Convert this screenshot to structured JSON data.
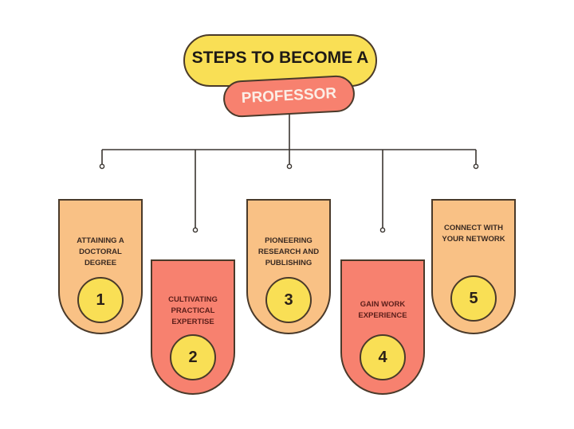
{
  "title": {
    "line1": "STEPS TO BECOME A",
    "line2": "PROFESSOR"
  },
  "colors": {
    "yellow": "#F9DF55",
    "orange": "#F9C185",
    "red": "#F7816F",
    "outline": "#4a3a2a"
  },
  "steps": [
    {
      "number": "1",
      "label": "ATTAINING A DOCTORAL DEGREE"
    },
    {
      "number": "2",
      "label": "CULTIVATING PRACTICAL EXPERTISE"
    },
    {
      "number": "3",
      "label": "PIONEERING RESEARCH AND PUBLISHING"
    },
    {
      "number": "4",
      "label": "GAIN WORK EXPERIENCE"
    },
    {
      "number": "5",
      "label": "CONNECT WITH YOUR NETWORK"
    }
  ]
}
